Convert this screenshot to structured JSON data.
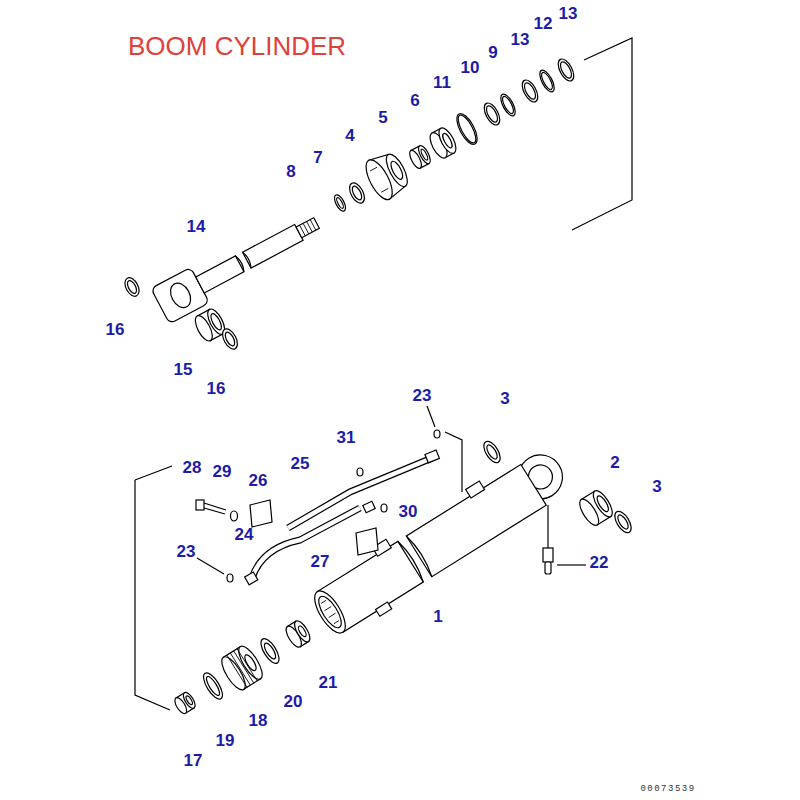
{
  "diagram": {
    "title": "BOOM CYLINDER",
    "labels": [
      "13",
      "12",
      "13",
      "9",
      "10",
      "11",
      "6",
      "5",
      "4",
      "7",
      "8",
      "14",
      "16",
      "15",
      "16",
      "23",
      "3",
      "31",
      "2",
      "25",
      "28",
      "29",
      "26",
      "3",
      "30",
      "24",
      "23",
      "27",
      "22",
      "1",
      "21",
      "20",
      "18",
      "19",
      "17",
      "00073539"
    ]
  }
}
